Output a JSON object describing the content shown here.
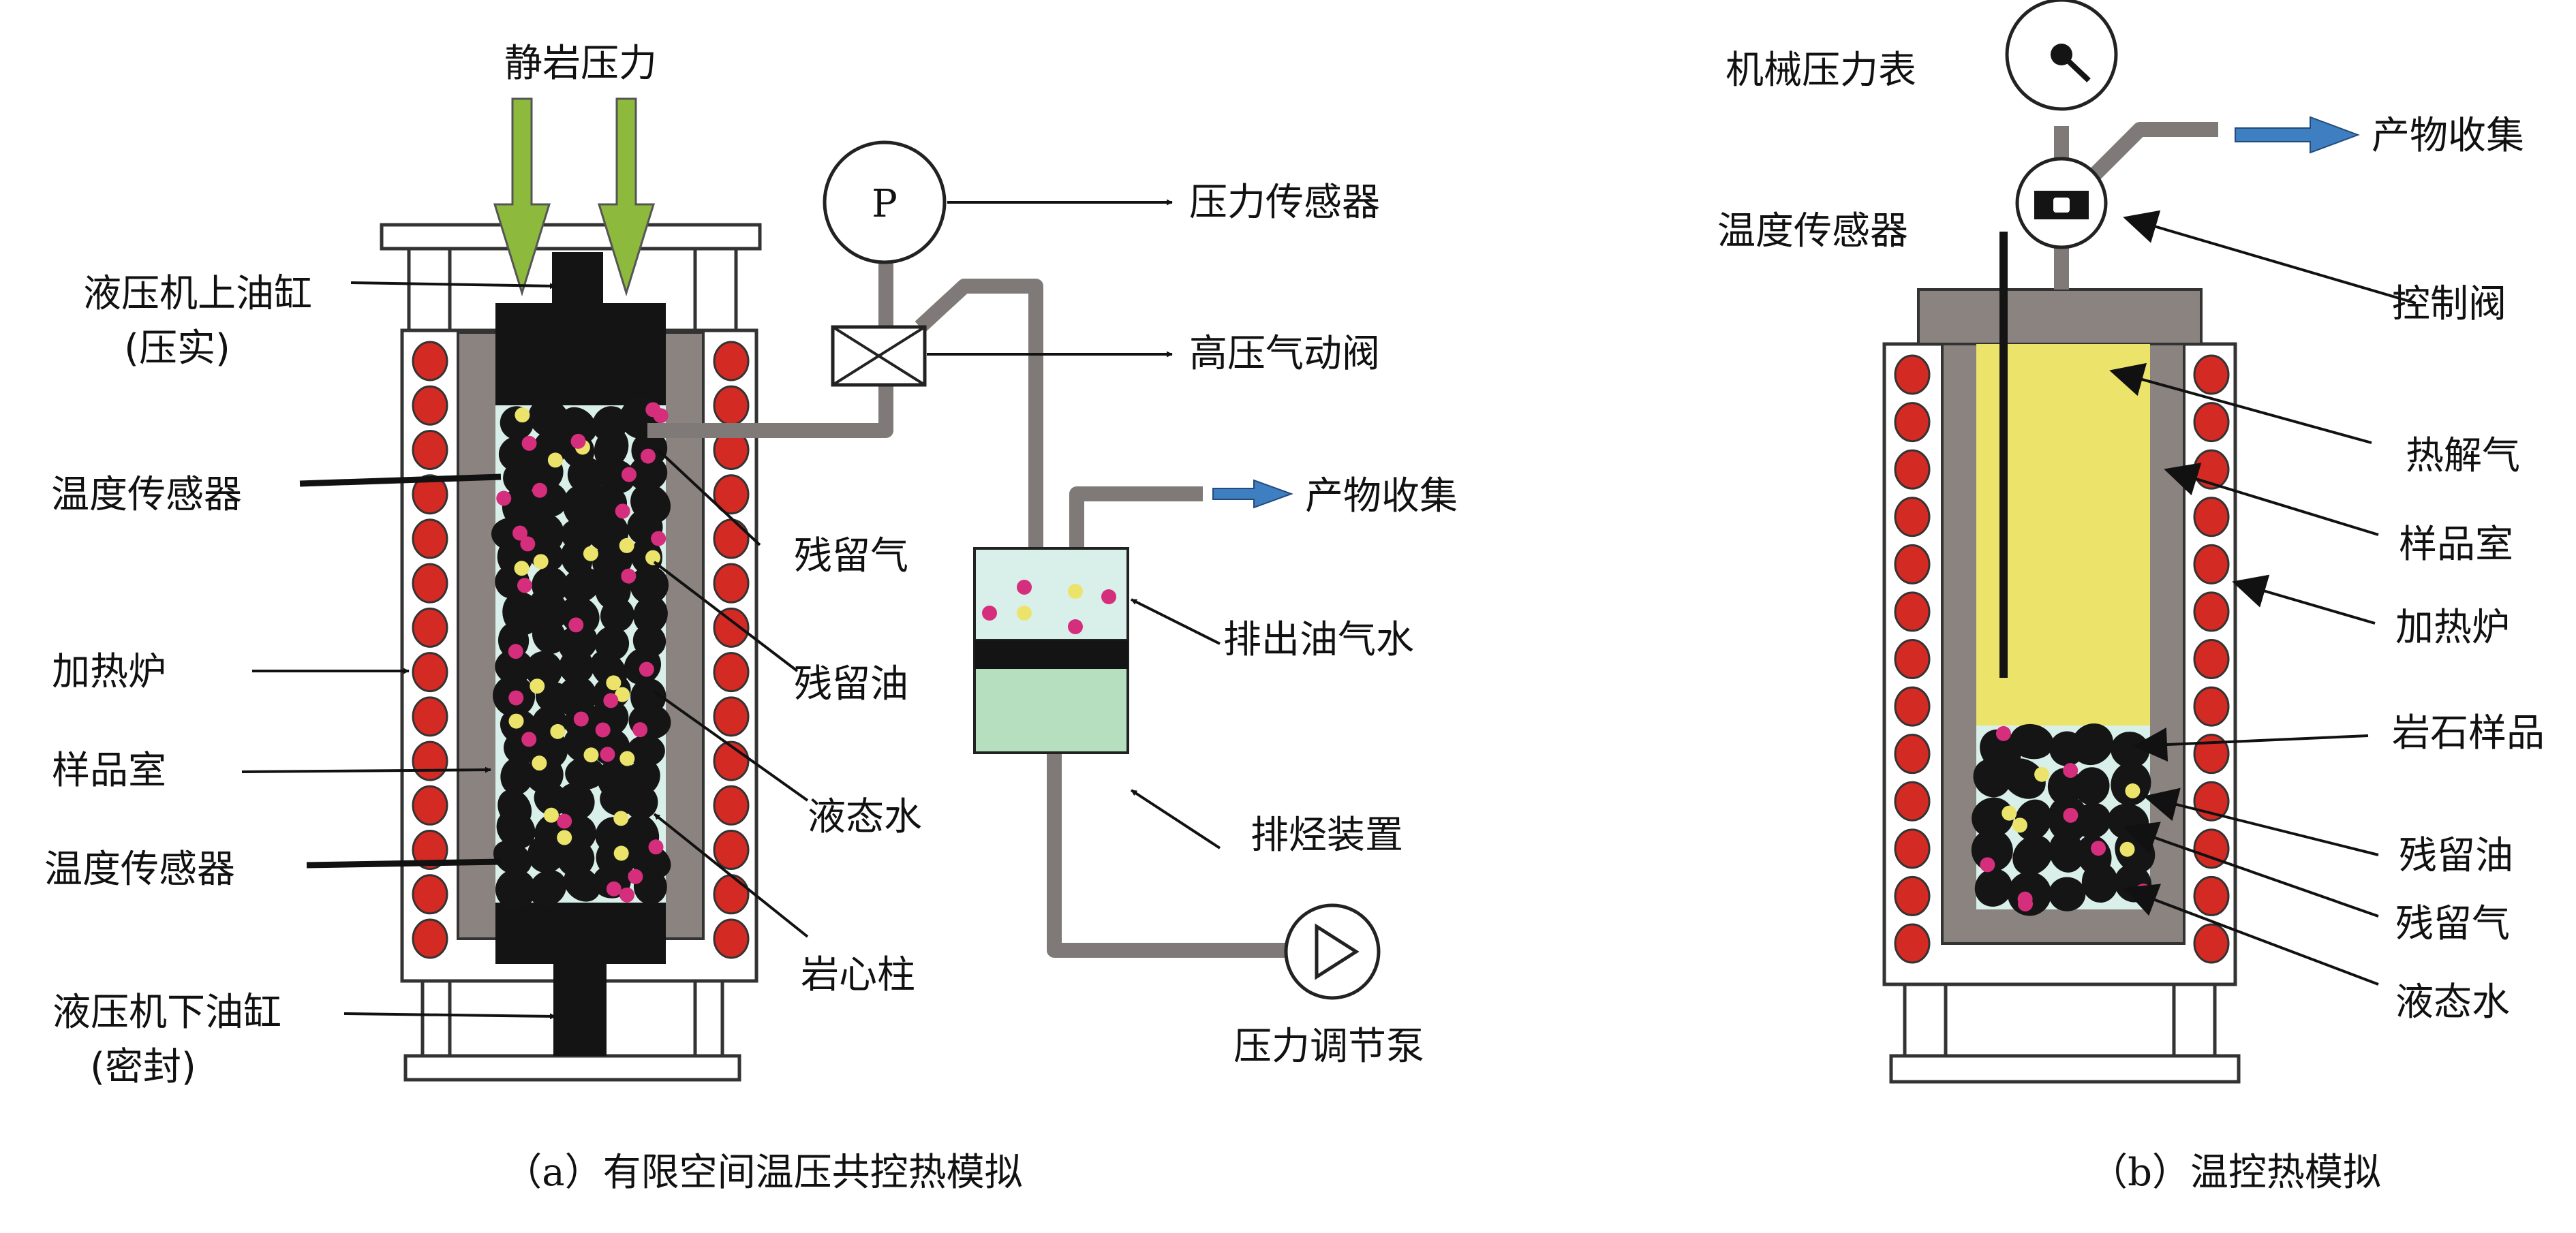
{
  "panel_a": {
    "caption": "（a）有限空间温压共控热模拟",
    "labels": {
      "static_pressure": "静岩压力",
      "upper_cylinder": "液压机上油缸",
      "upper_cylinder_note": "(压实)",
      "temp_sensor_top": "温度传感器",
      "heating_furnace": "加热炉",
      "sample_chamber": "样品室",
      "temp_sensor_bottom": "温度传感器",
      "lower_cylinder": "液压机下油缸",
      "lower_cylinder_note": "(密封)",
      "pressure_gauge_symbol": "P",
      "pressure_sensor": "压力传感器",
      "pneumatic_valve": "高压气动阀",
      "product_collection": "产物收集",
      "residual_gas": "残留气",
      "residual_oil": "残留油",
      "liquid_water": "液态水",
      "core_column": "岩心柱",
      "discharge": "排出油气水",
      "hydrocarbon_device": "排烃装置",
      "pressure_pump": "压力调节泵"
    }
  },
  "panel_b": {
    "caption": "（b）温控热模拟",
    "labels": {
      "mech_gauge": "机械压力表",
      "product_collection": "产物收集",
      "temp_sensor": "温度传感器",
      "control_valve": "控制阀",
      "pyrolysis_gas": "热解气",
      "sample_chamber": "样品室",
      "heating_furnace": "加热炉",
      "rock_sample": "岩石样品",
      "residual_oil": "残留油",
      "residual_gas": "残留气",
      "liquid_water": "液态水"
    }
  },
  "colors": {
    "coil_red": "#d42a24",
    "wall_gray": "#8a8380",
    "pipe_gray": "#7f7a78",
    "chamber_cyan": "#d9efe9",
    "green_arrow": "#8dba3c",
    "blue_arrow": "#3e7fc1",
    "yellow_gas": "#ece46a",
    "oil_magenta": "#d42e7c",
    "water_green": "#b6dfc0"
  }
}
